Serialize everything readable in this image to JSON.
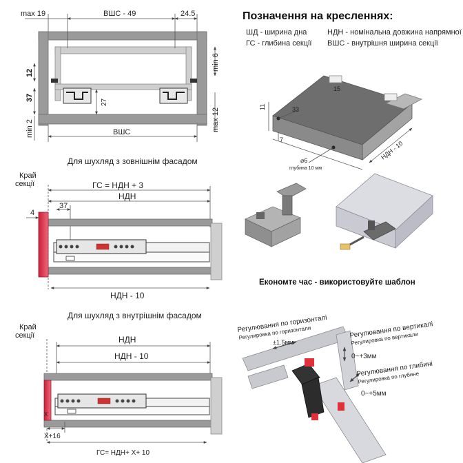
{
  "top_drawing": {
    "dim_max19": "max 19",
    "dim_vshs49": "ВШС - 49",
    "dim_24_5": "24.5",
    "dim_min6": "min 6",
    "dim_12": "12",
    "dim_37": "37",
    "dim_27": "27",
    "dim_max12": "max 12",
    "dim_min2": "min 2",
    "dim_vshs": "ВШС"
  },
  "legend": {
    "title": "Позначення на кресленнях:",
    "items": [
      "ШД - ширина дна",
      "ГС - глибина секції",
      "НДН - номінальна довжина напрямної",
      "ВШС - внутрішня ширина секції"
    ]
  },
  "iso_drawing": {
    "dim_15": "15",
    "dim_11": "11",
    "dim_33": "33",
    "dim_7": "7",
    "dim_ndn10": "НДН - 10",
    "dim_hole": "⌀6",
    "hole_note": "глубина 10 мм"
  },
  "outer_facade": {
    "caption": "Для шухляд з зовнішнім фасадом",
    "section_edge_1": "Край",
    "section_edge_2": "секції",
    "dim_gs": "ГС = НДН + 3",
    "dim_ndn": "НДН",
    "dim_37": "37",
    "dim_4": "4",
    "dim_ndn10": "НДН - 10"
  },
  "template": {
    "caption": "Економте час - використовуйте шаблон"
  },
  "inner_facade": {
    "caption": "Для шухляд з внутрішнім фасадом",
    "section_edge_1": "Край",
    "section_edge_2": "секції",
    "dim_ndn": "НДН",
    "dim_ndn10": "НДН - 10",
    "dim_x": "X",
    "dim_x16": "X+16",
    "dim_gs": "ГС= НДН+ Х+ 10"
  },
  "adjust": {
    "horizontal_ua": "Регулювання по горизонталі",
    "horizontal_ru": "Регулировка по горизонтали",
    "horizontal_val": "±1.5мм",
    "vertical_ua": "Регулювання по вертикалі",
    "vertical_ru": "Регулировка по вертикали",
    "vertical_val": "0~+3мм",
    "depth_ua": "Регулювання по глибині",
    "depth_ru": "Регулировка по глубине",
    "depth_val": "0~+5мм"
  },
  "colors": {
    "panel_gray": "#9a9a9a",
    "facade_red": "#d8334a",
    "accent_red": "#e0303a"
  }
}
